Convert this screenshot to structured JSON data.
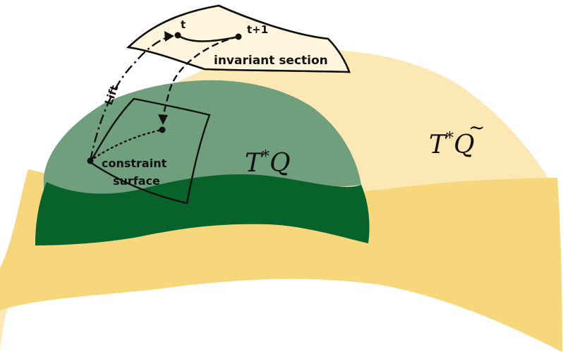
{
  "labels": {
    "outer_space": {
      "base": "T",
      "sup": "*",
      "var": "Q",
      "accent": "~"
    },
    "inner_space": {
      "base": "T",
      "sup": "*",
      "var": "Q"
    },
    "constraint_line1": "constraint",
    "constraint_line2": "surface",
    "invariant_section": "invariant section",
    "lift": "Lift",
    "t": "t",
    "t_plus_1": "t+1"
  },
  "colors": {
    "outer_light": "#fbe8b4",
    "outer_dark": "#f6d77b",
    "inner_light": "#6f9f7c",
    "inner_dark": "#07632a",
    "outline": "#111111",
    "section_fill": "#fff5dc"
  }
}
